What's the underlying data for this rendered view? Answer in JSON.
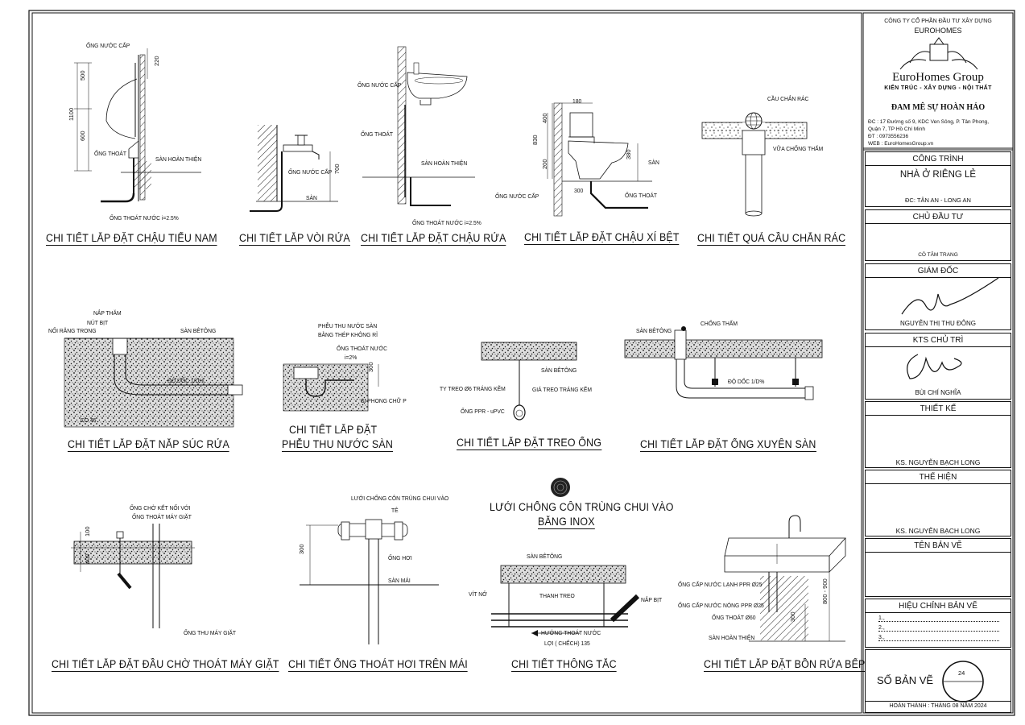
{
  "titles": {
    "urinal": "CHI TIẾT LẮP ĐẶT CHẬU TIỂU NAM",
    "faucet": "CHI TIẾT LẮP VÒI RỬA",
    "basin": "CHI TIẾT LẮP ĐẶT CHẬU RỬA",
    "toilet": "CHI TIẾT LẮP ĐẶT CHẬU XÍ BỆT",
    "ball": "CHI TIẾT QUẢ CẦU CHẮN RÁC",
    "cleanout": "CHI TIẾT LẮP ĐẶT NẮP SÚC RỬA",
    "floor_drain_1": "CHI TIẾT LẮP ĐẶT",
    "floor_drain_2": "PHỄU THU NƯỚC SÀN",
    "hanger": "CHI TIẾT LẮP ĐẶT TREO ỐNG",
    "sleeve": "CHI TIẾT LẮP ĐẶT ỐNG XUYÊN SÀN",
    "washer": "CHI TIẾT LẮP ĐẶT ĐẦU CHỜ THOÁT MÁY GIẶT",
    "vent": "CHI TIẾT ỐNG THOÁT HƠI TRÊN MÁI",
    "screen_1": "LƯỚI CHỐNG CÔN TRÙNG CHUI VÀO",
    "screen_2": "BẰNG INOX",
    "cleanout2": "CHI TIẾT THÔNG TẮC",
    "sink": "CHI TIẾT LẮP ĐẶT BỒN RỬA BẾP"
  },
  "labels": {
    "urinal": [
      "ỐNG NƯỚC CẤP",
      "500",
      "1100",
      "600",
      "ỐNG THOÁT",
      "SÀN HOÀN THIỆN",
      "ỐNG THOÁT NƯỚC i=2.5%",
      "220"
    ],
    "faucet": [
      "ỐNG NƯỚC CẤP",
      "700",
      "SÀN"
    ],
    "basin": [
      "ỐNG NƯỚC CẤP",
      "ỐNG THOÁT",
      "SÀN HOÀN THIỆN",
      "ỐNG THOÁT NƯỚC i=2.5%"
    ],
    "toilet": [
      "180",
      "400",
      "830",
      "200",
      "380",
      "SÀN",
      "300",
      "ỐNG NƯỚC CẤP",
      "ỐNG THOÁT"
    ],
    "ball": [
      "CẦU CHẮN RÁC",
      "VỮA CHỐNG THẤM"
    ],
    "cleanout": [
      "NẮP THĂM",
      "NÚT BỊT",
      "NỐI RĂNG TRONG",
      "SÀN BÊTÔNG",
      "ĐỘ DỐC 1/D%",
      "CO 45"
    ],
    "floor_drain": [
      "PHỄU THU NƯỚC SÀN",
      "BẰNG THÉP KHÔNG RỈ",
      "ỐNG THOÁT NƯỚC",
      "i=2%",
      "300",
      "SI PHONG CHỮ P"
    ],
    "hanger": [
      "SÀN BÊTÔNG",
      "TY TREO Ø6 TRÁNG KẼM",
      "GIÁ TREO TRÁNG KẼM",
      "ỐNG PPR - uPVC"
    ],
    "sleeve": [
      "SÀN BÊTÔNG",
      "CHỐNG THẤM",
      "ĐỘ DỐC 1/D%"
    ],
    "washer": [
      "ỐNG CHỜ KẾT NỐI VỚI",
      "ỐNG THOÁT MÁY GIẶT",
      "100",
      "400",
      "ỐNG THU MÁY GIẶT"
    ],
    "vent": [
      "LƯỚI CHỐNG CÔN TRÙNG CHUI VÀO",
      "TÊ",
      "300",
      "ỐNG HƠI",
      "SÀN MÁI"
    ],
    "cleanout2": [
      "SÀN BÊTÔNG",
      "VÍT NỞ",
      "THANH TREO",
      "NẮP BỊT",
      "HƯỚNG THOÁT NƯỚC",
      "LỢI ( CHẾCH) 135"
    ],
    "sink": [
      "ỐNG CẤP NƯỚC LẠNH PPR Ø25",
      "ỐNG CẤP NƯỚC NÓNG PPR Ø25",
      "ỐNG THOÁT Ø60",
      "SÀN HOÀN THIỆN",
      "300",
      "800 - 900"
    ]
  },
  "titleblock": {
    "company": "CÔNG TY CỔ PHẦN ĐẦU TƯ XÂY DỰNG",
    "company2": "EUROHOMES",
    "logo_text": "EuroHomes Group",
    "logo_sub": "KIẾN TRÚC - XÂY DỰNG - NỘI THẤT",
    "slogan": "ĐAM MÊ SỰ HOÀN HẢO",
    "addr1": "ĐC    : 17 Đường số 9, KDC Ven Sông, P. Tân Phong,",
    "addr2": "Quận 7, TP Hồ Chí Minh",
    "phone": "ĐT     : 0973556236",
    "web": "WEB  : EuroHomesGroup.vn",
    "project_h": "CÔNG TRÌNH",
    "project": "NHÀ Ở RIÊNG LẺ",
    "project_addr": "ĐC: TÂN AN - LONG AN",
    "owner_h": "CHỦ ĐẦU TƯ",
    "owner": "CÔ TÂM TRANG",
    "director_h": "GIÁM ĐỐC",
    "director": "NGUYỄN THỊ THU ĐÔNG",
    "architect_h": "KTS CHỦ TRÌ",
    "architect": "BÙI CHÍ NGHĨA",
    "design_h": "THIẾT KẾ",
    "design": "KS. NGUYỄN BẠCH LONG",
    "draw_h": "THỂ HIỆN",
    "draw": "KS. NGUYỄN BẠCH LONG",
    "sheetname_h": "TÊN BẢN VẼ",
    "rev_h": "HIỆU CHỈNH BẢN VẼ",
    "rev1": "1.,",
    "rev2": "2.,",
    "rev3": "3.,",
    "sheetno_h": "SỐ BẢN VẼ",
    "sheetno": "24",
    "finish": "HOÀN THÀNH : THÁNG 08 NĂM 2024"
  }
}
